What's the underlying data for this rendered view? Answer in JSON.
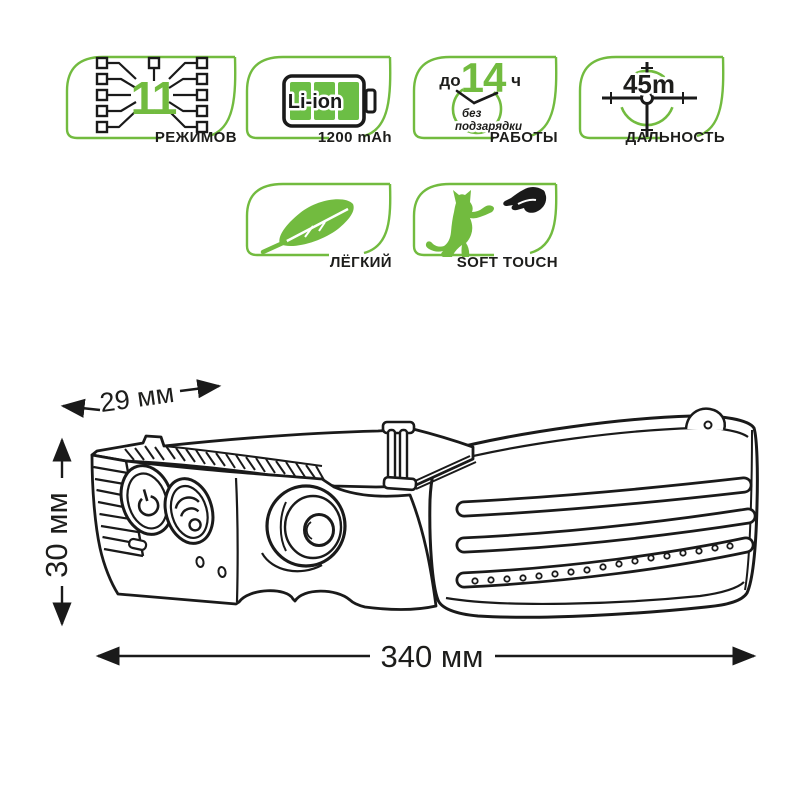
{
  "colors": {
    "accent_green": "#72BB3F",
    "ink": "#1D1D1B",
    "line_art": "#1A1A1A"
  },
  "badges": {
    "modes": {
      "icon": "chip-pins-icon",
      "value": "11",
      "label": "РЕЖИМОВ"
    },
    "battery": {
      "icon": "battery-icon",
      "cell_text": "Li-ion",
      "label": "1200 mAh"
    },
    "runtime": {
      "icon": "clock-icon",
      "prefix": "до",
      "value": "14",
      "unit": "ч",
      "note_line1": "без",
      "note_line2": "подзарядки",
      "label": "РАБОТЫ"
    },
    "range": {
      "icon": "target-icon",
      "value": "45m",
      "label": "ДАЛЬНОСТЬ"
    },
    "weight": {
      "icon": "feather-icon",
      "label": "ЛЁГКИЙ"
    },
    "surface": {
      "icon": "cat-and-hand-icon",
      "label": "SOFT TOUCH"
    }
  },
  "dimensions": {
    "depth": "29 мм",
    "height": "30 мм",
    "length": "340 мм"
  }
}
